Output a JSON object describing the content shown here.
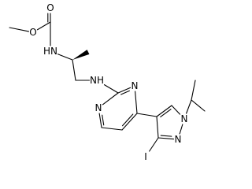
{
  "molecule": {
    "atoms": [
      {
        "id": "C_me_ester",
        "symbol": "C",
        "show": false
      },
      {
        "id": "O_ester",
        "symbol": "O",
        "show": true,
        "label": "O"
      },
      {
        "id": "C_carb",
        "symbol": "C",
        "show": false
      },
      {
        "id": "O_carbonyl",
        "symbol": "O",
        "show": true,
        "label": "O"
      },
      {
        "id": "N_carb",
        "symbol": "N",
        "show": true,
        "label": "HN"
      },
      {
        "id": "C_chiral",
        "symbol": "C",
        "show": false
      },
      {
        "id": "C_methyl",
        "symbol": "C",
        "show": false
      },
      {
        "id": "C_ch2",
        "symbol": "C",
        "show": false
      },
      {
        "id": "N_amine",
        "symbol": "N",
        "show": true,
        "label": "NH"
      },
      {
        "id": "C2_pyr",
        "symbol": "C",
        "show": false
      },
      {
        "id": "N3_pyr",
        "symbol": "N",
        "show": true,
        "label": "N"
      },
      {
        "id": "C4_pyr",
        "symbol": "C",
        "show": false
      },
      {
        "id": "C5_pyr",
        "symbol": "C",
        "show": false
      },
      {
        "id": "C6_pyr",
        "symbol": "C",
        "show": false
      },
      {
        "id": "N1_pyr",
        "symbol": "N",
        "show": true,
        "label": "N"
      },
      {
        "id": "C4_pz",
        "symbol": "C",
        "show": false
      },
      {
        "id": "C5_pz",
        "symbol": "C",
        "show": false
      },
      {
        "id": "N1_pz",
        "symbol": "N",
        "show": true,
        "label": "N"
      },
      {
        "id": "N2_pz",
        "symbol": "N",
        "show": true,
        "label": "N"
      },
      {
        "id": "C3_pz",
        "symbol": "C",
        "show": false
      },
      {
        "id": "I",
        "symbol": "I",
        "show": true,
        "label": "I"
      },
      {
        "id": "C_ipr",
        "symbol": "C",
        "show": false
      },
      {
        "id": "C_ipr_me1",
        "symbol": "C",
        "show": false
      },
      {
        "id": "C_ipr_me2",
        "symbol": "C",
        "show": false
      }
    ],
    "bonds": [
      {
        "a": "C_me_ester",
        "b": "O_ester",
        "order": 1
      },
      {
        "a": "O_ester",
        "b": "C_carb",
        "order": 1
      },
      {
        "a": "C_carb",
        "b": "O_carbonyl",
        "order": 2
      },
      {
        "a": "C_carb",
        "b": "N_carb",
        "order": 1
      },
      {
        "a": "N_carb",
        "b": "C_chiral",
        "order": 1
      },
      {
        "a": "C_chiral",
        "b": "C_methyl",
        "order": 1,
        "stereo": "wedge"
      },
      {
        "a": "C_chiral",
        "b": "C_ch2",
        "order": 1
      },
      {
        "a": "C_ch2",
        "b": "N_amine",
        "order": 1
      },
      {
        "a": "N_amine",
        "b": "C2_pyr",
        "order": 1
      },
      {
        "a": "C2_pyr",
        "b": "N3_pyr",
        "order": 2
      },
      {
        "a": "N3_pyr",
        "b": "C4_pyr",
        "order": 1
      },
      {
        "a": "C4_pyr",
        "b": "C5_pyr",
        "order": 2
      },
      {
        "a": "C5_pyr",
        "b": "C6_pyr",
        "order": 1
      },
      {
        "a": "C6_pyr",
        "b": "N1_pyr",
        "order": 2
      },
      {
        "a": "N1_pyr",
        "b": "C2_pyr",
        "order": 1
      },
      {
        "a": "C4_pyr",
        "b": "C4_pz",
        "order": 1
      },
      {
        "a": "C4_pz",
        "b": "C5_pz",
        "order": 2
      },
      {
        "a": "C5_pz",
        "b": "N1_pz",
        "order": 1
      },
      {
        "a": "N1_pz",
        "b": "N2_pz",
        "order": 1
      },
      {
        "a": "N2_pz",
        "b": "C3_pz",
        "order": 2
      },
      {
        "a": "C3_pz",
        "b": "C4_pz",
        "order": 1
      },
      {
        "a": "C3_pz",
        "b": "I",
        "order": 1
      },
      {
        "a": "N1_pz",
        "b": "C_ipr",
        "order": 1
      },
      {
        "a": "C_ipr",
        "b": "C_ipr_me1",
        "order": 1
      },
      {
        "a": "C_ipr",
        "b": "C_ipr_me2",
        "order": 1
      }
    ]
  }
}
